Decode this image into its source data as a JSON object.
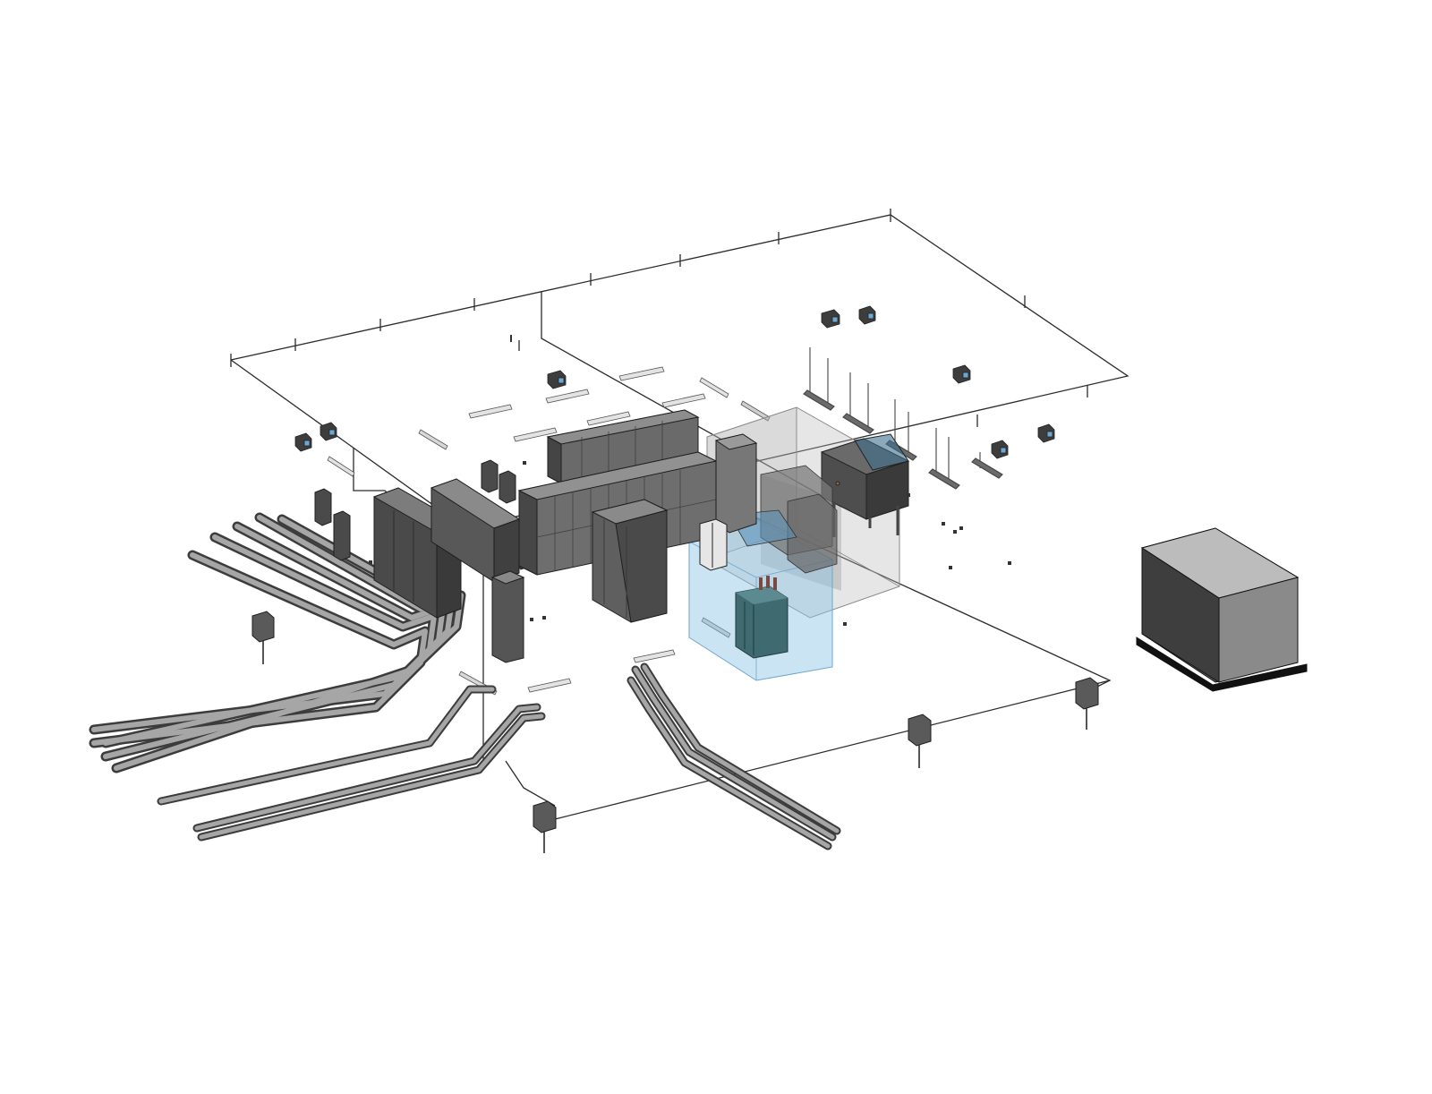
{
  "diagram": {
    "type": "isometric-mep-electrical-model",
    "visible_text": [],
    "colors": {
      "background": "#ffffff",
      "equipment_dark": "#4a4a4a",
      "equipment_mid": "#6e6e6e",
      "equipment_light": "#9a9a9a",
      "conduit": "#7d7d7d",
      "wire": "#2b2b2b",
      "transparent_room": "#b8b8b8",
      "highlight_blue": "#8cc3e6",
      "transformer_teal": "#3f6b70"
    },
    "components": [
      "ceiling-wire-grid",
      "light-fixtures",
      "ceiling-junction-boxes",
      "switchgear-lineup",
      "panelboards",
      "underground-conduit-banks",
      "grounding-boxes",
      "generator-enclosure",
      "transformer",
      "translucent-electrical-room",
      "blue-highlight-zone"
    ]
  }
}
